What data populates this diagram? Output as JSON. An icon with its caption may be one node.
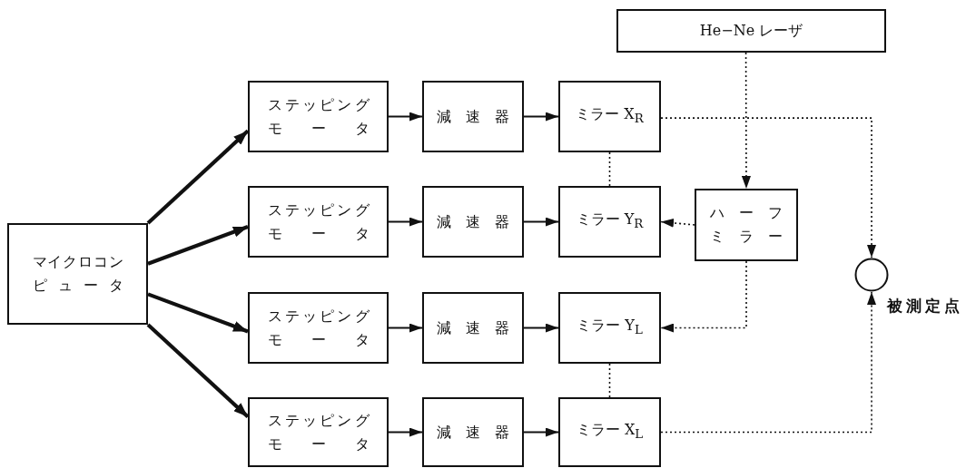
{
  "diagram": {
    "nodes": [
      {
        "text": [
          "マイクロコンピュータ"
        ]
      },
      {
        "text": [
          "ステッピングモータ"
        ]
      },
      {
        "text": [
          "ステッピングモータ"
        ]
      },
      {
        "text": [
          "ステッピングモータ"
        ]
      },
      {
        "text": [
          "ステッピングモータ"
        ]
      },
      {
        "text": [
          "減速器"
        ]
      },
      {
        "text": [
          "減速器"
        ]
      },
      {
        "text": [
          "減速器"
        ]
      },
      {
        "text": [
          "減速器"
        ]
      },
      {
        "text": [
          "ミラー X$_{R}$"
        ]
      },
      {
        "text": [
          "ミラー Y$_{R}$"
        ]
      },
      {
        "text": [
          "ミラー Y$_{L}$"
        ]
      },
      {
        "text": [
          "ミラー X$_{L}$"
        ]
      },
      {
        "text": [
          "He−Ne レーザ"
        ]
      },
      {
        "text": [
          "ハーフミラー"
        ]
      },
      {
        "text": [],
        "shape": "circle",
        "beside": [
          "被測定点"
        ]
      }
    ],
    "edges": [
      {
        "from": 0,
        "to": 1,
        "arrow": "to",
        "style": "thick"
      },
      {
        "from": 0,
        "to": 2,
        "arrow": "to",
        "style": "thick"
      },
      {
        "from": 0,
        "to": 3,
        "arrow": "to",
        "style": "thick"
      },
      {
        "from": 0,
        "to": 4,
        "arrow": "to",
        "style": "thick"
      },
      {
        "from": 1,
        "to": 5,
        "arrow": "to"
      },
      {
        "from": 5,
        "to": 9,
        "arrow": "to"
      },
      {
        "from": 2,
        "to": 6,
        "arrow": "to"
      },
      {
        "from": 6,
        "to": 10,
        "arrow": "to"
      },
      {
        "from": 3,
        "to": 7,
        "arrow": "to"
      },
      {
        "from": 7,
        "to": 11,
        "arrow": "to"
      },
      {
        "from": 4,
        "to": 8,
        "arrow": "to"
      },
      {
        "from": 8,
        "to": 12,
        "arrow": "to"
      },
      {
        "from": 13,
        "to": 14,
        "arrow": "to",
        "style": "dashed"
      },
      {
        "from": 14,
        "to": 10,
        "arrow": "to",
        "style": "dashed"
      },
      {
        "from": 14,
        "to": 11,
        "arrow": "to",
        "style": "dashed"
      },
      {
        "from": 9,
        "to": 15,
        "arrow": "to",
        "style": "dashed"
      },
      {
        "from": 12,
        "to": 15,
        "arrow": "to",
        "style": "dashed"
      },
      {
        "from": 9,
        "to": 10,
        "arrow": "none",
        "style": "dashed"
      },
      {
        "from": 11,
        "to": 12,
        "arrow": "none",
        "style": "dashed"
      }
    ]
  }
}
